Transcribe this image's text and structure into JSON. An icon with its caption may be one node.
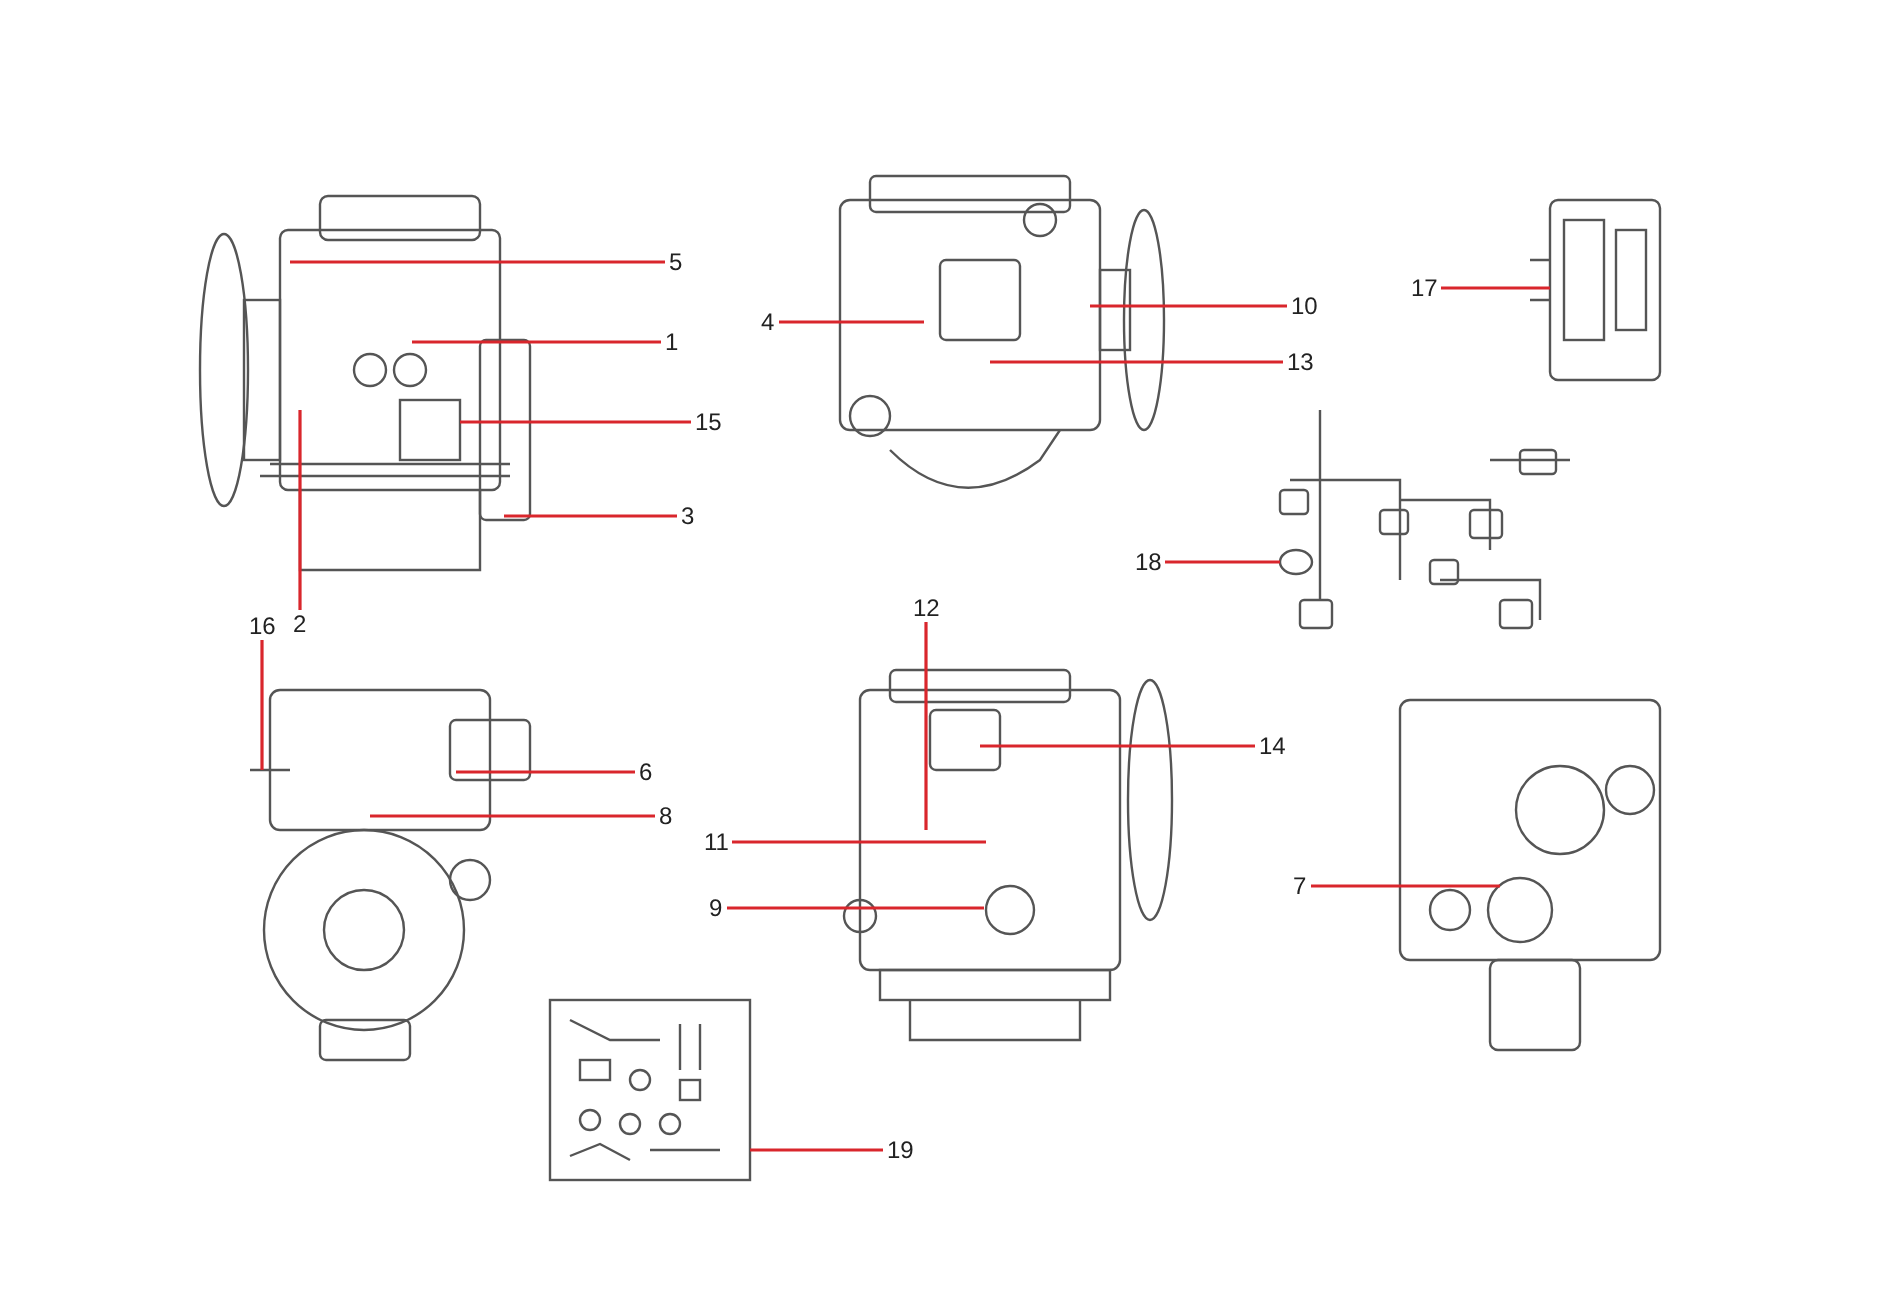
{
  "diagram": {
    "nodes": [
      {
        "text": [
          "5"
        ]
      },
      {
        "text": [
          "17"
        ]
      },
      {
        "text": [
          "1"
        ]
      },
      {
        "text": [
          "4"
        ]
      },
      {
        "text": [
          "10"
        ]
      },
      {
        "text": [
          "13"
        ]
      },
      {
        "text": [
          "15"
        ]
      },
      {
        "text": [
          "3"
        ]
      },
      {
        "text": [
          "18"
        ]
      },
      {
        "text": [
          "2"
        ]
      },
      {
        "text": [
          "12"
        ]
      },
      {
        "text": [
          "16"
        ]
      },
      {
        "text": [
          "14"
        ]
      },
      {
        "text": [
          "6"
        ]
      },
      {
        "text": [
          "8"
        ]
      },
      {
        "text": [
          "11"
        ]
      },
      {
        "text": [
          "7"
        ]
      },
      {
        "text": [
          "9"
        ]
      },
      {
        "text": [
          "19"
        ]
      },
      {
        "text": [],
        "shape": "picture"
      },
      {
        "text": [],
        "shape": "picture"
      },
      {
        "text": [],
        "shape": "picture"
      },
      {
        "text": [],
        "shape": "picture"
      },
      {
        "text": [],
        "shape": "picture"
      },
      {
        "text": [],
        "shape": "picture"
      },
      {
        "text": [],
        "shape": "picture"
      },
      {
        "text": [],
        "shape": "picture"
      }
    ],
    "edges": [
      {
        "from": 0,
        "to": 19,
        "arrow": "none"
      },
      {
        "from": 1,
        "to": 21,
        "arrow": "none"
      },
      {
        "from": 2,
        "to": 19,
        "arrow": "none"
      },
      {
        "from": 3,
        "to": 20,
        "arrow": "none"
      },
      {
        "from": 4,
        "to": 20,
        "arrow": "none"
      },
      {
        "from": 5,
        "to": 20,
        "arrow": "none"
      },
      {
        "from": 6,
        "to": 19,
        "arrow": "none"
      },
      {
        "from": 7,
        "to": 19,
        "arrow": "none"
      },
      {
        "from": 8,
        "to": 22,
        "arrow": "none"
      },
      {
        "from": 9,
        "to": 19,
        "arrow": "none"
      },
      {
        "from": 10,
        "to": 24,
        "arrow": "none"
      },
      {
        "from": 11,
        "to": 23,
        "arrow": "none"
      },
      {
        "from": 12,
        "to": 24,
        "arrow": "none"
      },
      {
        "from": 13,
        "to": 23,
        "arrow": "none"
      },
      {
        "from": 14,
        "to": 23,
        "arrow": "none"
      },
      {
        "from": 15,
        "to": 24,
        "arrow": "none"
      },
      {
        "from": 16,
        "to": 25,
        "arrow": "none"
      },
      {
        "from": 17,
        "to": 24,
        "arrow": "none"
      },
      {
        "from": 18,
        "to": 26,
        "arrow": "none"
      }
    ]
  }
}
